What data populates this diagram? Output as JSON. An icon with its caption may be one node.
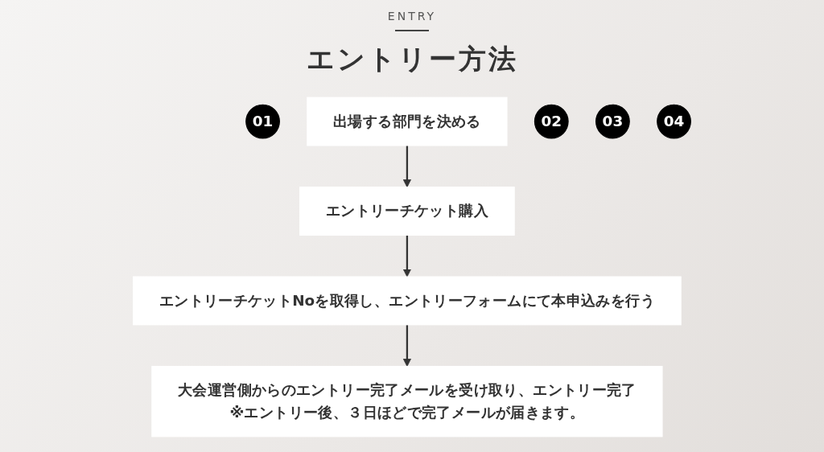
{
  "diagram": {
    "title": "エントリー方法",
    "nodes": [
      {
        "text": [
          "01"
        ]
      },
      {
        "text": [
          "出場する部門を決める"
        ]
      },
      {
        "text": [
          "02"
        ]
      },
      {
        "text": [
          "エントリーチケット購入"
        ]
      },
      {
        "text": [
          "03"
        ]
      },
      {
        "text": [
          "エントリーチケットNoを取得し、エントリーフォームにて本申込みを行う"
        ]
      },
      {
        "text": [
          "04"
        ]
      },
      {
        "text": [
          "大会運営側からのエントリー完了メールを受け取り、エントリー完了",
          "※エントリー後、３日ほどで完了メールが届きます。"
        ]
      }
    ],
    "edges": [
      {
        "from": 1,
        "to": 3,
        "arrow": "to"
      },
      {
        "from": 3,
        "to": 5,
        "arrow": "to"
      },
      {
        "from": 5,
        "to": 7,
        "arrow": "to"
      }
    ],
    "labels": [
      "ENTRY"
    ]
  }
}
